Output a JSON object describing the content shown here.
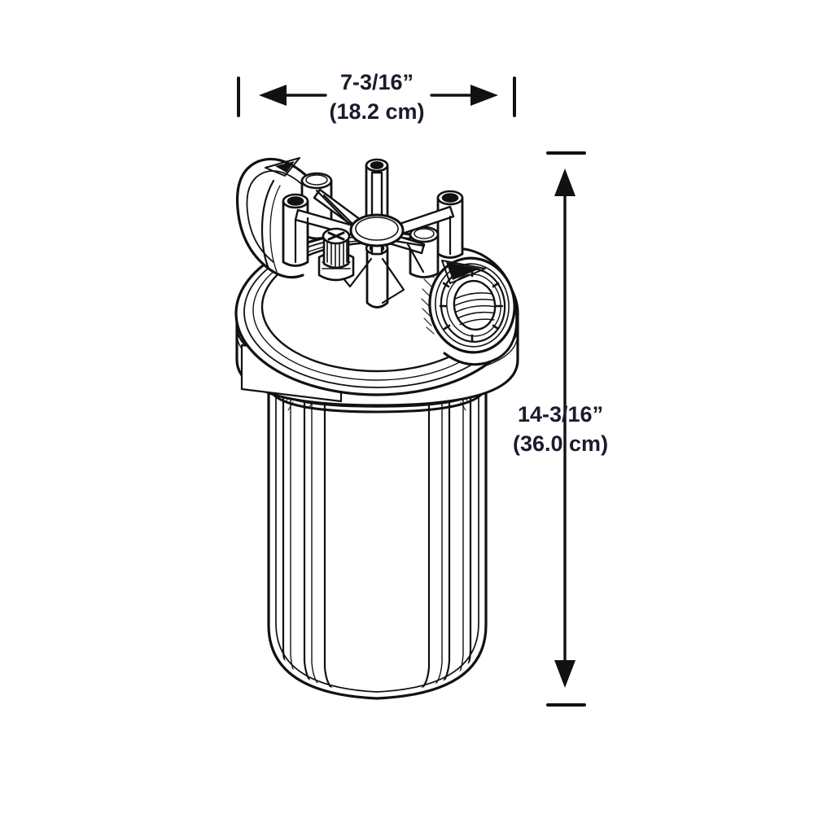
{
  "drawing": {
    "title": "Water filter housing dimensioned line drawing",
    "background_color": "#ffffff",
    "line_color": "#111111",
    "text_color": "#1b1b2b"
  },
  "dimensions": {
    "width": {
      "label": "width-dimension",
      "imperial": "7-3/16”",
      "metric": "(18.2 cm)",
      "orientation": "horizontal",
      "arrow_style": "double-outward"
    },
    "height": {
      "label": "height-dimension",
      "imperial": "14-3/16”",
      "metric": "(36.0 cm)",
      "orientation": "vertical",
      "arrow_style": "double-outward"
    }
  },
  "product": {
    "type": "whole-house water filter housing",
    "parts": [
      {
        "name": "cap-assembly",
        "description": "domed filter cap with rim bands"
      },
      {
        "name": "inlet-port",
        "description": "left threaded port with flow arrow"
      },
      {
        "name": "outlet-port",
        "description": "right threaded port with internal threads and flow arrow"
      },
      {
        "name": "mounting-bracket",
        "description": "five-spoke hub with cylindrical mounting posts"
      },
      {
        "name": "pressure-relief-button",
        "description": "knurled push button with cross slot"
      },
      {
        "name": "sump",
        "description": "ribbed cylindrical bowl with rounded base"
      },
      {
        "name": "label-panel",
        "description": "recessed rectangular label area on cap skirt"
      }
    ]
  }
}
